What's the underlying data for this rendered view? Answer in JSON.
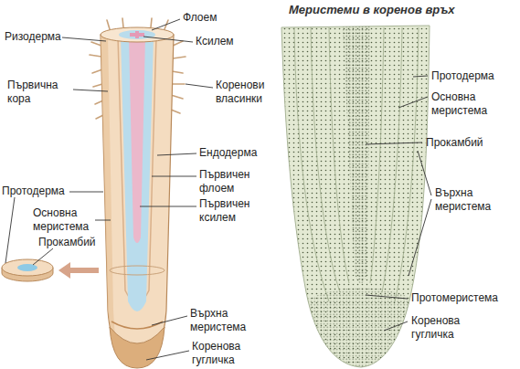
{
  "diagram": {
    "title": "Меристеми в коренов връх",
    "labels": [
      "Ризодерма",
      "Флоем",
      "Ксилем",
      "Първична кора",
      "Коренови власинки",
      "Ендодерма",
      "Първичен флоем",
      "Първичен ксилем",
      "Протодерма",
      "Основна меристема",
      "Прокамбий",
      "Върхна меристема",
      "Коренова гугличка",
      "Протодерма",
      "Основна меристема",
      "Прокамбий",
      "Върхна меристема",
      "Протомеристема",
      "Коренова гугличка"
    ]
  }
}
